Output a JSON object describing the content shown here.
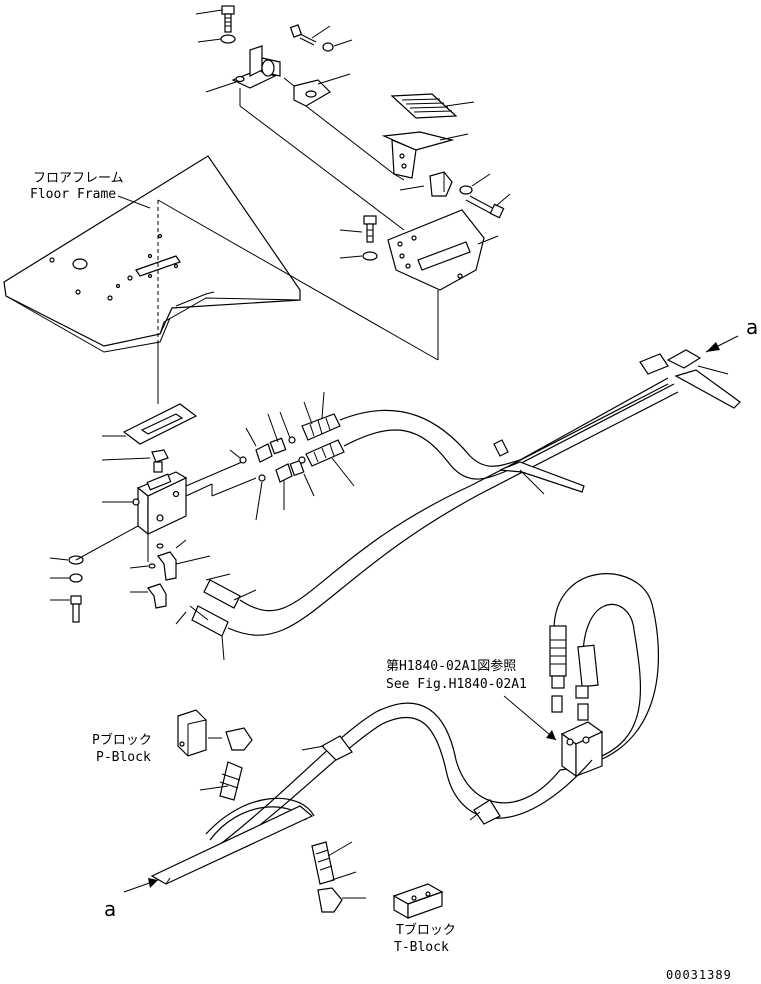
{
  "labels": {
    "floor_frame_jp": "フロアフレーム",
    "floor_frame_en": "Floor Frame",
    "see_fig_jp": "第H1840-02A1図参照",
    "see_fig_en": "See Fig.H1840-02A1",
    "p_block_jp": "Pブロック",
    "p_block_en": "P-Block",
    "t_block_jp": "Tブロック",
    "t_block_en": "T-Block",
    "ref_a_top": "a",
    "ref_a_bottom": "a",
    "drawing_no": "00031389"
  }
}
